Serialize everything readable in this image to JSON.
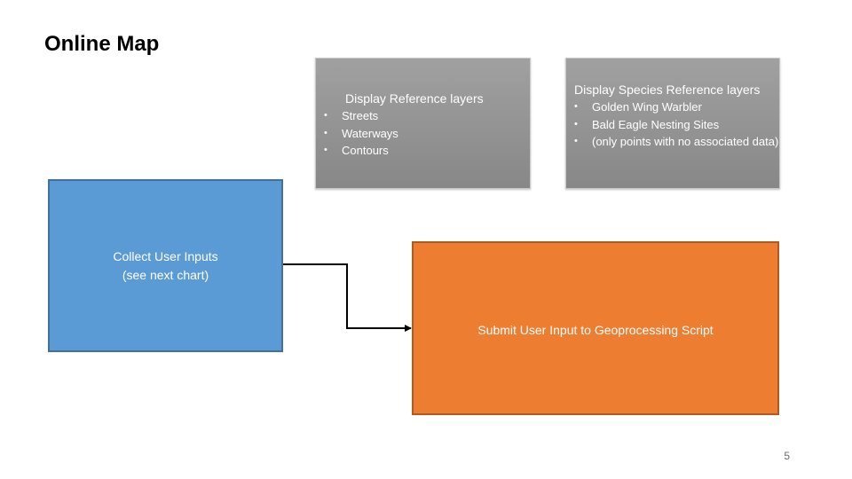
{
  "title": "Online Map",
  "reference_box": {
    "heading": "Display Reference layers",
    "items": [
      "Streets",
      "Waterways",
      "Contours"
    ]
  },
  "species_box": {
    "heading": "Display Species Reference layers",
    "items": [
      "Golden Wing Warbler",
      "Bald Eagle Nesting Sites",
      "(only points with no associated data)"
    ]
  },
  "collect_box": {
    "line1": "Collect User Inputs",
    "line2": "(see next chart)"
  },
  "submit_box": {
    "label": "Submit User Input to Geoprocessing Script"
  },
  "page_number": "5",
  "colors": {
    "gray_box": "#939393",
    "blue_box": "#5b9bd5",
    "orange_box": "#ed7d31"
  }
}
